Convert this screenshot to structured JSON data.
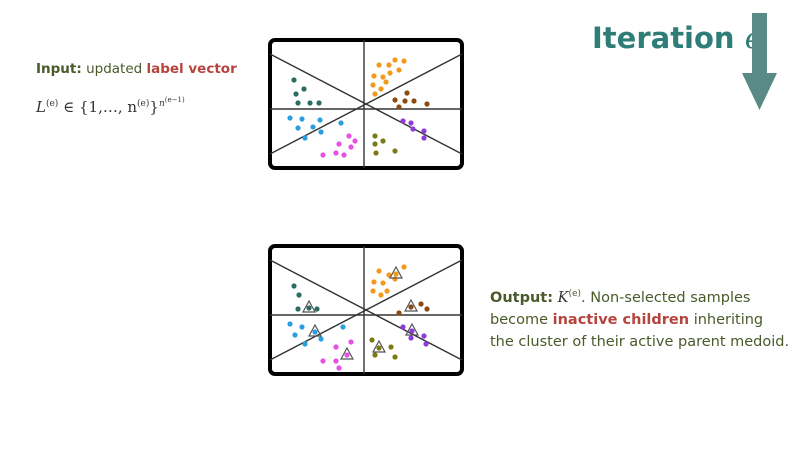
{
  "input": {
    "label": "Input:",
    "text": "updated",
    "highlight": "label vector",
    "formula_lhs": "L",
    "formula_lhs_sup": "(e)",
    "formula_rel": "∈ {1,…, n",
    "formula_n_sup": "(e)",
    "formula_close": "}",
    "formula_pow": "n",
    "formula_pow_sup": "(e−1)"
  },
  "iteration": {
    "label": "Iteration",
    "variable": "e"
  },
  "output": {
    "label": "Output:",
    "symbol": "K",
    "symbol_sup": "(e)",
    "text_a": ".   Non-selected samples become",
    "highlight": "inactive children",
    "text_b": "inheriting the cluster of their active parent medoid."
  },
  "colors": {
    "teal": "#2b6b64",
    "orange": "#f39a1e",
    "brown": "#8b4a10",
    "blue": "#2a9ee0",
    "magenta": "#e84fe4",
    "purple": "#8e3bdb",
    "olive": "#7a7b12",
    "arrow": "#5a8a86",
    "highlight": "#b5443e"
  }
}
